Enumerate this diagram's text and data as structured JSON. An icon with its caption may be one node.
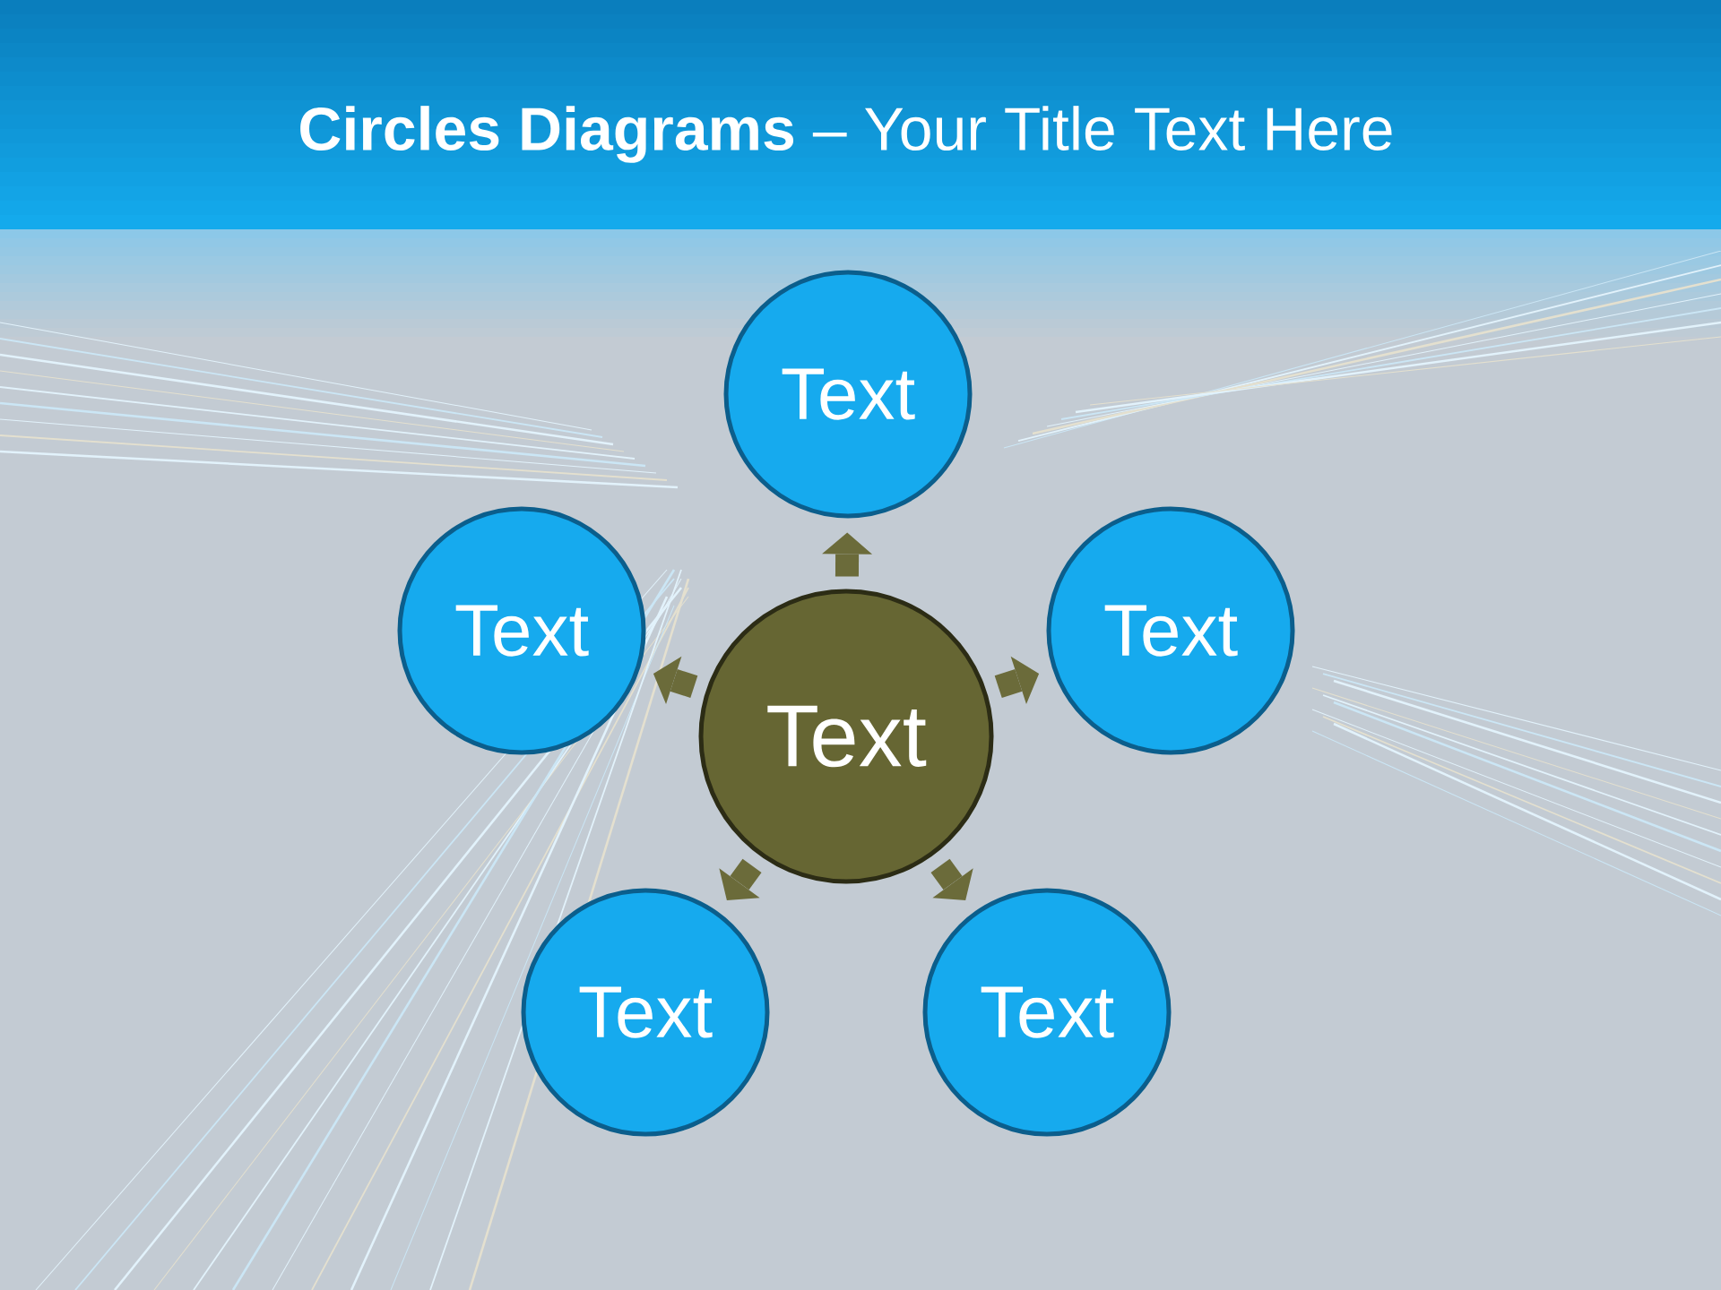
{
  "diagram": {
    "title": "**Circles Diagrams** – Your Title Text Here",
    "nodes": [
      {
        "text": [
          "Text"
        ]
      },
      {
        "text": [
          "Text"
        ]
      },
      {
        "text": [
          "Text"
        ]
      },
      {
        "text": [
          "Text"
        ]
      },
      {
        "text": [
          "Text"
        ]
      },
      {
        "text": [
          "Text"
        ]
      }
    ],
    "edges": [
      {
        "from": 0,
        "to": 1,
        "arrow": "to"
      },
      {
        "from": 0,
        "to": 2,
        "arrow": "to"
      },
      {
        "from": 0,
        "to": 3,
        "arrow": "to"
      },
      {
        "from": 0,
        "to": 4,
        "arrow": "to"
      },
      {
        "from": 0,
        "to": 5,
        "arrow": "to"
      }
    ]
  }
}
